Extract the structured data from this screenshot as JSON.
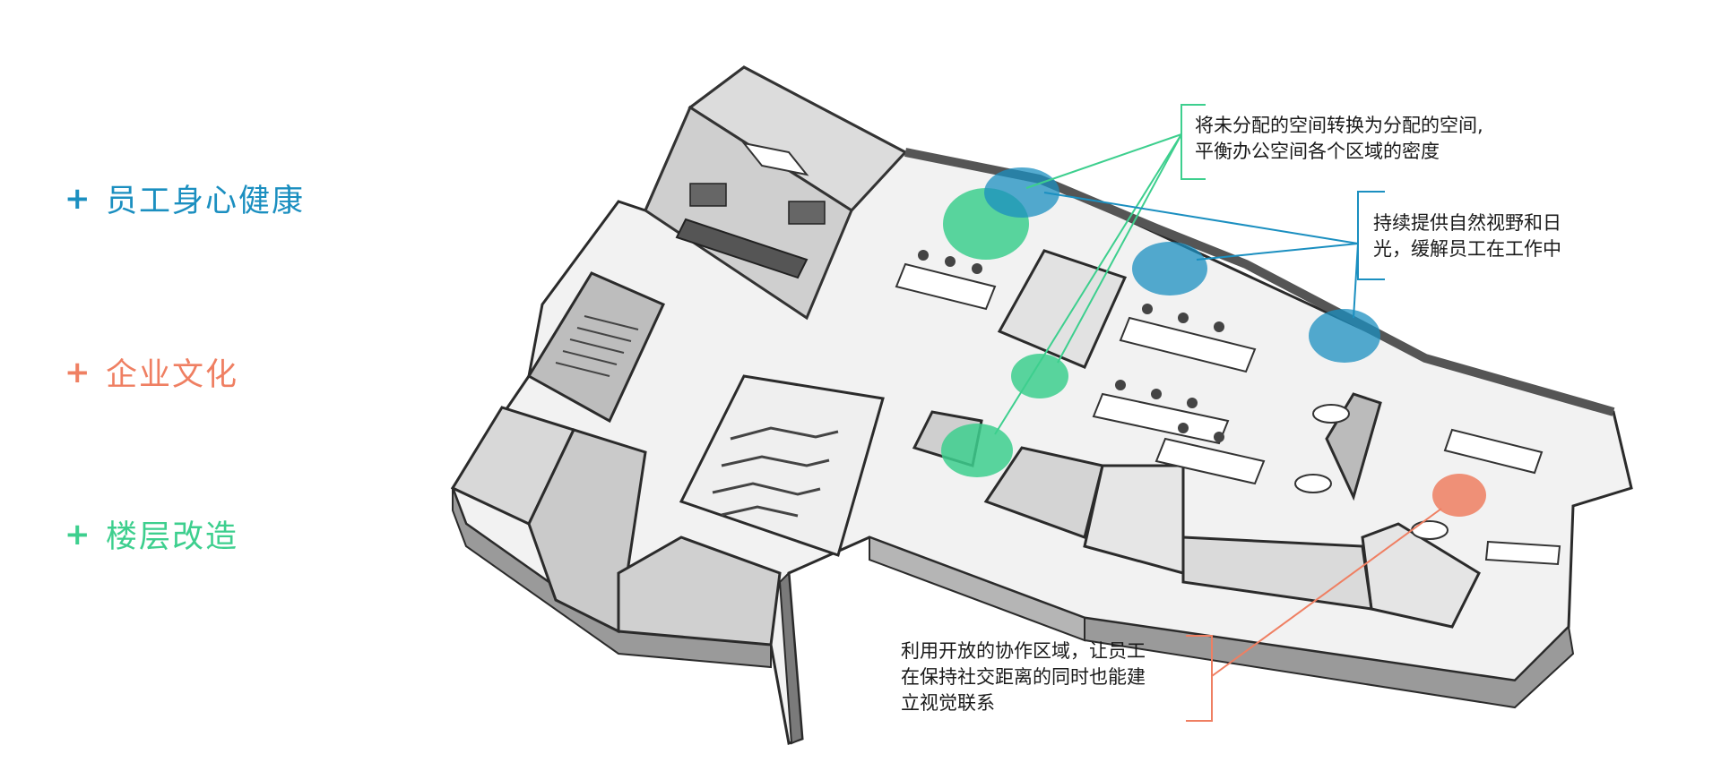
{
  "legend": {
    "items": [
      {
        "plus": "+",
        "label": "员工身心健康",
        "color": "#1b8fc0"
      },
      {
        "plus": "+",
        "label": "企业文化",
        "color": "#ef7f62"
      },
      {
        "plus": "+",
        "label": "楼层改造",
        "color": "#3dcf8e"
      }
    ]
  },
  "callouts": {
    "green": {
      "lines": [
        "将未分配的空间转换为分配的空间,",
        "平衡办公空间各个区域的密度"
      ],
      "color": "#3dcf8e"
    },
    "blue": {
      "lines": [
        "持续提供自然视野和日",
        "光，缓解员工在工作中"
      ],
      "color": "#1b8fc0"
    },
    "orange": {
      "lines": [
        "利用开放的协作区域，让员工",
        "在保持社交距离的同时也能建",
        "立视觉联系"
      ],
      "color": "#ef7f62"
    }
  },
  "palette": {
    "wall_dark": "#3a3a3a",
    "wall_mid": "#8a8a8a",
    "floor_light": "#e9e9e9",
    "floor_white": "#ffffff"
  }
}
